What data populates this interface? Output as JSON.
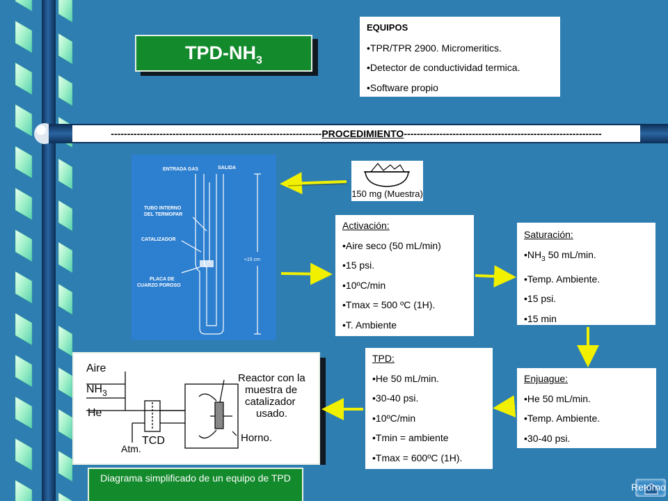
{
  "title": {
    "main": "TPD-NH",
    "sub": "3"
  },
  "equipos": {
    "heading": "EQUIPOS",
    "items": [
      "•TPR/TPR 2900. Micromeritics.",
      "•Detector de conductividad termica.",
      "•Software propio"
    ]
  },
  "procedimiento": {
    "dashes_left": "-----------------------------------------------------------------",
    "label": "PROCEDIMIENTO",
    "dashes_right": "-------------------------------------------------------------"
  },
  "sample": {
    "label": "150 mg (Muestra)"
  },
  "reactor": {
    "entrada": "ENTRADA GAS",
    "salida": "SALIDA",
    "tubo1": "TUBO INTERNO",
    "tubo2": "DEL TERMOPAR",
    "catalizador": "CATALIZADOR",
    "placa1": "PLACA DE",
    "placa2": "CUARZO POROSO",
    "length": "≈15 cm"
  },
  "activacion": {
    "heading": "Activación:",
    "items": [
      "•Aire seco (50 mL/min)",
      "•15 psi.",
      "•10ºC/min",
      "•Tmax = 500 ºC (1H).",
      "•T. Ambiente"
    ]
  },
  "saturacion": {
    "heading": "Saturación:",
    "nh": "•NH",
    "nh_sub": "3",
    "nh_rest": " 50 mL/min.",
    "items": [
      "•Temp. Ambiente.",
      "•15 psi.",
      "•15 min"
    ]
  },
  "enjuague": {
    "heading": "Enjuague:",
    "items": [
      "•He 50 mL/min.",
      "•Temp. Ambiente.",
      "•30-40 psi."
    ]
  },
  "tpd": {
    "heading": "TPD:",
    "items": [
      "•He 50 mL/min.",
      "•30-40 psi.",
      "•10ºC/min",
      "•Tmin = ambiente",
      "•Tmax = 600ºC (1H)."
    ]
  },
  "diagram": {
    "aire": "Aire",
    "nh": "NH",
    "nh_sub": "3",
    "he": "He",
    "atm": "Atm.",
    "tcd": "TCD",
    "reactor1": "Reactor con la",
    "reactor2": "muestra de",
    "reactor3": "catalizador",
    "reactor4": "usado.",
    "horno": "Horno."
  },
  "caption": "Diagrama simplificado de un equipo de TPD",
  "retorno": "Retorno",
  "colors": {
    "background": "#2e7eb2",
    "accent_green": "#138a2c",
    "arrow_yellow": "#f0f000"
  }
}
